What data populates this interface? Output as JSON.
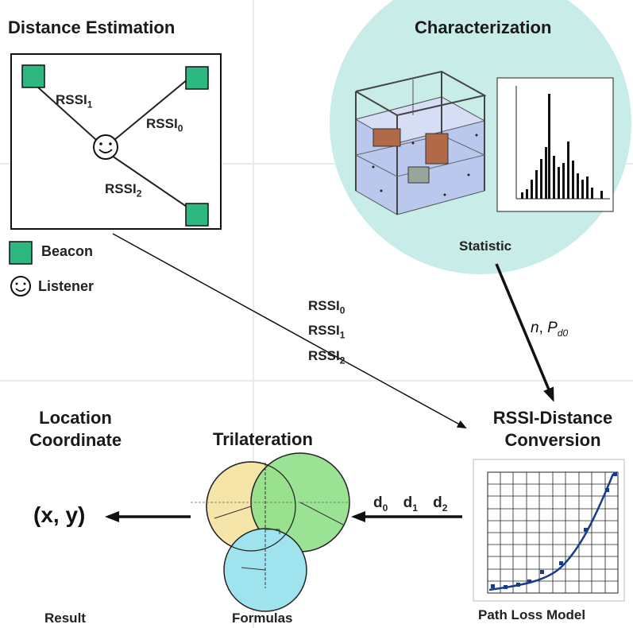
{
  "distance_estimation": {
    "title": "Distance Estimation",
    "rssi_labels": [
      {
        "base": "RSSI",
        "sub": "1"
      },
      {
        "base": "RSSI",
        "sub": "0"
      },
      {
        "base": "RSSI",
        "sub": "2"
      }
    ],
    "legend": {
      "beacon": "Beacon",
      "listener": "Listener"
    },
    "colors": {
      "beacon": "#2db882"
    }
  },
  "characterization": {
    "title": "Characterization",
    "caption": "Statistic",
    "colors": {
      "circle": "#c8ece8"
    }
  },
  "arrow_labels": {
    "rssi_list": [
      {
        "base": "RSSI",
        "sub": "0"
      },
      {
        "base": "RSSI",
        "sub": "1"
      },
      {
        "base": "RSSI",
        "sub": "2"
      }
    ],
    "params": {
      "n": "n",
      "sep": ",",
      "p_base": "P",
      "p_sub": "d0"
    },
    "distances": [
      {
        "base": "d",
        "sub": "0"
      },
      {
        "base": "d",
        "sub": "1"
      },
      {
        "base": "d",
        "sub": "2"
      }
    ]
  },
  "conversion": {
    "title_line1": "RSSI-Distance",
    "title_line2": "Conversion",
    "caption": "Path Loss Model"
  },
  "trilateration": {
    "title": "Trilateration",
    "caption": "Formulas",
    "colors": {
      "c1": "#f5e5a8",
      "c2": "#8fe08a",
      "c3": "#9fe3ef"
    }
  },
  "location": {
    "title_line1": "Location",
    "title_line2": "Coordinate",
    "result_value": "(x, y)",
    "caption": "Result"
  }
}
